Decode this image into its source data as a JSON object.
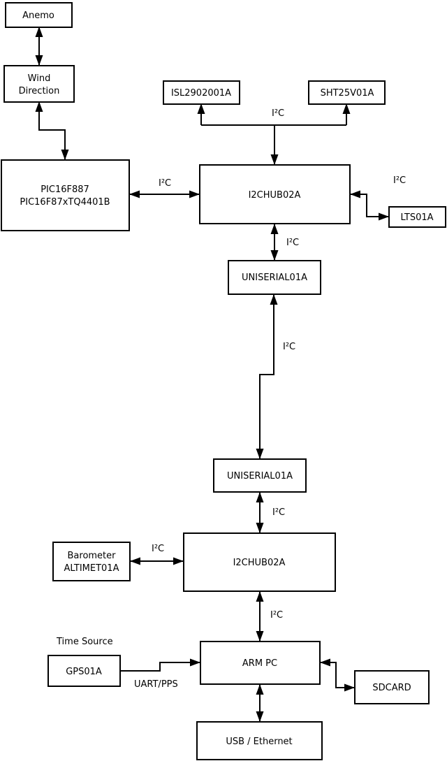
{
  "diagram_type": "block-diagram",
  "colors": {
    "line": "#000000",
    "box_fill": "#ffffff",
    "background": "#ffffff"
  },
  "nodes": {
    "anemo": {
      "label": "Anemo"
    },
    "wind_direction": {
      "line1": "Wind",
      "line2": "Direction"
    },
    "pic": {
      "line1": "PIC16F887",
      "line2": "PIC16F87xTQ4401B"
    },
    "isl": {
      "label": "ISL2902001A"
    },
    "sht": {
      "label": "SHT25V01A"
    },
    "i2c_hub_top": {
      "label": "I2CHUB02A"
    },
    "lts": {
      "label": "LTS01A"
    },
    "uniserial_top": {
      "label": "UNISERIAL01A"
    },
    "uniserial_bottom": {
      "label": "UNISERIAL01A"
    },
    "barometer": {
      "line1": "Barometer",
      "line2": "ALTIMET01A"
    },
    "i2c_hub_bottom": {
      "label": "I2CHUB02A"
    },
    "gps": {
      "label": "GPS01A"
    },
    "arm_pc": {
      "label": "ARM PC"
    },
    "sdcard": {
      "label": "SDCARD"
    },
    "usb_ethernet": {
      "label": "USB / Ethernet"
    }
  },
  "edge_labels": {
    "i2c": "I²C",
    "uart_pps": "UART/PPS",
    "time_source": "Time Source"
  }
}
